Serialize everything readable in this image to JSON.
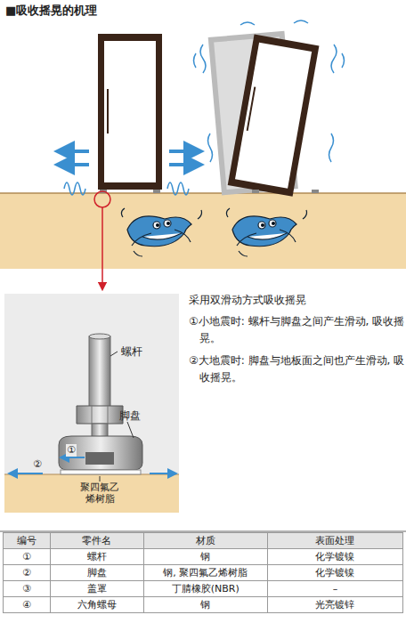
{
  "diagram": {
    "title": "■吸收摇晃的机理",
    "labels": [
      "螺杆",
      "脚盘",
      "①",
      "②",
      "聚四氟乙烯树脂",
      "采用双滑动方式吸收摇晃",
      "①小地震时: 螺杆与脚盘之间产生滑动, 吸收摇晃。",
      "②大地震时: 脚盘与地板面之间也产生滑动, 吸收摇晃。",
      "编号",
      "零件名",
      "材质",
      "表面处理",
      "①",
      "螺杆",
      "钢",
      "化学镀镍",
      "②",
      "脚盘",
      "钢, 聚四氟乙烯树脂",
      "化学镀镍",
      "③",
      "盖罩",
      "丁腈橡胶(NBR)",
      "–",
      "④",
      "六角螺母",
      "钢",
      "光亮镀锌"
    ]
  }
}
